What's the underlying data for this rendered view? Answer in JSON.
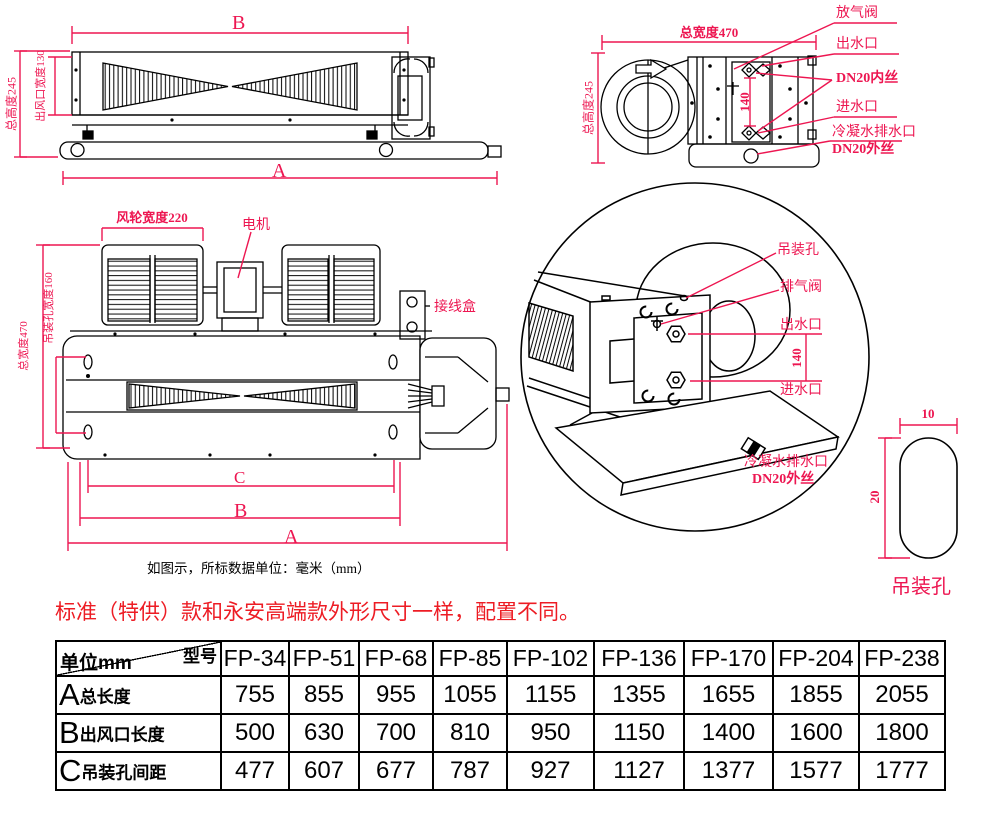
{
  "colors": {
    "dimension_red": "#ED1651",
    "heading_red": "#ED1C24",
    "line_black": "#000000"
  },
  "side_view": {
    "dim_b": "B",
    "dim_a": "A",
    "total_height": "总高度245",
    "outlet_width": "出风口宽度130"
  },
  "end_view": {
    "total_width": "总宽度470",
    "total_height": "总高度245",
    "pipe_spacing": "140",
    "air_release_valve": "放气阀",
    "water_outlet": "出水口",
    "dn20_internal": "DN20内丝",
    "water_inlet": "进水口",
    "condensate_drain": "冷凝水排水口",
    "dn20_external": "DN20外丝"
  },
  "top_view": {
    "fan_wheel_width": "风轮宽度220",
    "motor": "电机",
    "junction_box": "接线盒",
    "hanging_hole_width": "吊装孔宽度160",
    "total_width": "总宽度470",
    "dim_c": "C",
    "dim_b": "B",
    "dim_a": "A"
  },
  "detail_view": {
    "hanging_hole": "吊装孔",
    "exhaust_valve": "排气阀",
    "water_outlet": "出水口",
    "pipe_spacing": "140",
    "water_inlet": "进水口",
    "condensate_drain": "冷凝水排水口",
    "dn20_external": "DN20外丝"
  },
  "hole_detail": {
    "width": "10",
    "height": "20",
    "label": "吊装孔"
  },
  "note": "如图示，所标数据单位：毫米（mm）",
  "heading": "标准（特供）款和永安高端款外形尺寸一样，配置不同。",
  "table": {
    "corner_top": "型号",
    "corner_bottom": "单位mm",
    "models": [
      "FP-34",
      "FP-51",
      "FP-68",
      "FP-85",
      "FP-102",
      "FP-136",
      "FP-170",
      "FP-204",
      "FP-238"
    ],
    "rows": [
      {
        "letter": "A",
        "label": "总长度",
        "values": [
          "755",
          "855",
          "955",
          "1055",
          "1155",
          "1355",
          "1655",
          "1855",
          "2055"
        ]
      },
      {
        "letter": "B",
        "label": "出风口长度",
        "values": [
          "500",
          "630",
          "700",
          "810",
          "950",
          "1150",
          "1400",
          "1600",
          "1800"
        ]
      },
      {
        "letter": "C",
        "label": "吊装孔间距",
        "values": [
          "477",
          "607",
          "677",
          "787",
          "927",
          "1127",
          "1377",
          "1577",
          "1777"
        ]
      }
    ]
  }
}
